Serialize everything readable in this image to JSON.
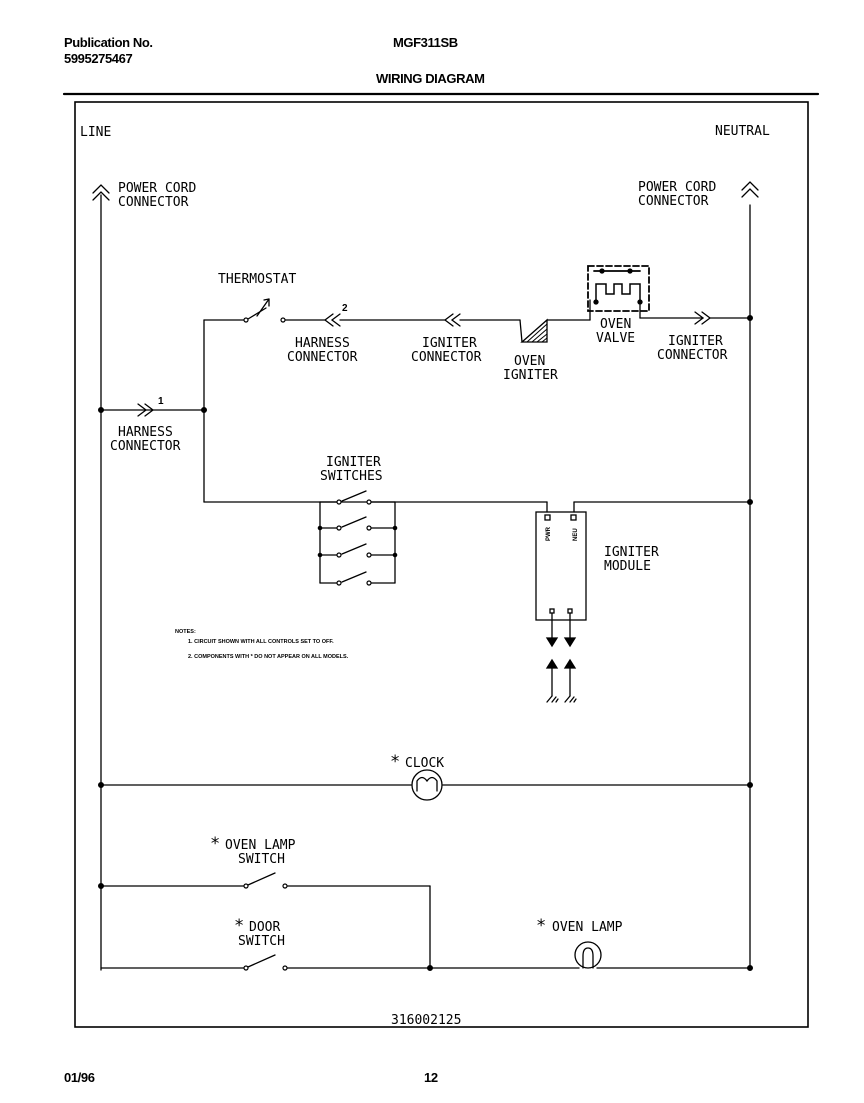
{
  "header": {
    "publication_label": "Publication No.",
    "publication_number": "5995275467",
    "model": "MGF311SB",
    "title": "WIRING DIAGRAM"
  },
  "labels": {
    "line": "LINE",
    "neutral": "NEUTRAL",
    "power_cord_left": [
      "POWER CORD",
      "CONNECTOR"
    ],
    "power_cord_right": [
      "POWER CORD",
      "CONNECTOR"
    ],
    "thermostat": "THERMOSTAT",
    "harness_connector_top": [
      "HARNESS",
      "CONNECTOR"
    ],
    "harness_pin_2": "2",
    "igniter_connector_left": [
      "IGNITER",
      "CONNECTOR"
    ],
    "oven_igniter": [
      "OVEN",
      "IGNITER"
    ],
    "oven_valve": [
      "OVEN",
      "VALVE"
    ],
    "igniter_connector_right": [
      "IGNITER",
      "CONNECTOR"
    ],
    "harness_pin_1": "1",
    "harness_connector_left": [
      "HARNESS",
      "CONNECTOR"
    ],
    "igniter_switches": [
      "IGNITER",
      "SWITCHES"
    ],
    "igniter_module": [
      "IGNITER",
      "MODULE"
    ],
    "module_pin_pwr": "PWR",
    "module_pin_neu": "NEU",
    "asterisk": "*",
    "clock": "CLOCK",
    "oven_lamp_switch": [
      "OVEN LAMP",
      "SWITCH"
    ],
    "door_switch": [
      "DOOR",
      "SWITCH"
    ],
    "oven_lamp": "OVEN LAMP",
    "diagram_number": "316002125"
  },
  "notes": {
    "title": "NOTES:",
    "items": [
      "1.  CIRCUIT SHOWN WITH ALL CONTROLS SET TO OFF.",
      "2.  COMPONENTS WITH  * DO NOT APPEAR ON ALL MODELS."
    ]
  },
  "footer": {
    "date": "01/96",
    "page": "12"
  }
}
